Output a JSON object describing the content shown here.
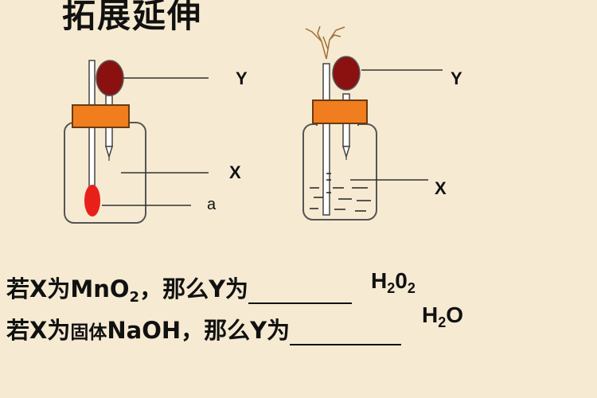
{
  "title": "拓展延伸",
  "diagram": {
    "left_labels": {
      "y": "Y",
      "x": "X",
      "a": "a"
    },
    "right_labels": {
      "y": "Y",
      "x": "X"
    }
  },
  "questions": [
    {
      "prefix": "若X为MnO",
      "subscript": "2",
      "suffix": "，那么Y为",
      "answer_main": "H",
      "answer_sub1": "2",
      "answer_mid": "0",
      "answer_sub2": "2"
    },
    {
      "prefix_a": "若X为",
      "prefix_small": "固体",
      "prefix_b": "NaOH，那么Y为",
      "answer_main": "H",
      "answer_sub": "2",
      "answer_end": "O"
    }
  ],
  "colors": {
    "background": "#f6ead2",
    "stopper": "#f07d1e",
    "bulb": "#8b1010",
    "red_drop": "#e8201a"
  }
}
